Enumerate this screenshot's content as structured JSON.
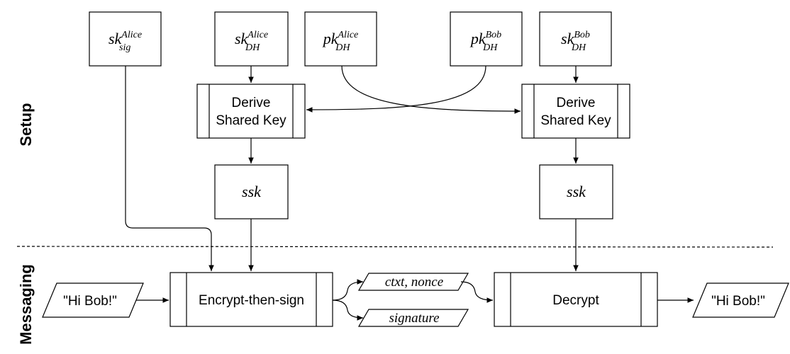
{
  "sections": {
    "setup": "Setup",
    "messaging": "Messaging"
  },
  "keys": {
    "sk_sig_alice": {
      "base": "sk",
      "sub": "sig",
      "sup": "Alice"
    },
    "sk_dh_alice": {
      "base": "sk",
      "sub": "DH",
      "sup": "Alice"
    },
    "pk_dh_alice": {
      "base": "pk",
      "sub": "DH",
      "sup": "Alice"
    },
    "pk_dh_bob": {
      "base": "pk",
      "sub": "DH",
      "sup": "Bob"
    },
    "sk_dh_bob": {
      "base": "sk",
      "sub": "DH",
      "sup": "Bob"
    }
  },
  "processes": {
    "derive_alice": [
      "Derive",
      "Shared Key"
    ],
    "derive_bob": [
      "Derive",
      "Shared Key"
    ],
    "encrypt": "Encrypt-then-sign",
    "decrypt": "Decrypt"
  },
  "ssk_alice": "ssk",
  "ssk_bob": "ssk",
  "messages": {
    "input": "\"Hi Bob!\"",
    "output": "\"Hi Bob!\""
  },
  "outputs": {
    "ctxt_nonce": "ctxt, nonce",
    "signature": "signature"
  }
}
